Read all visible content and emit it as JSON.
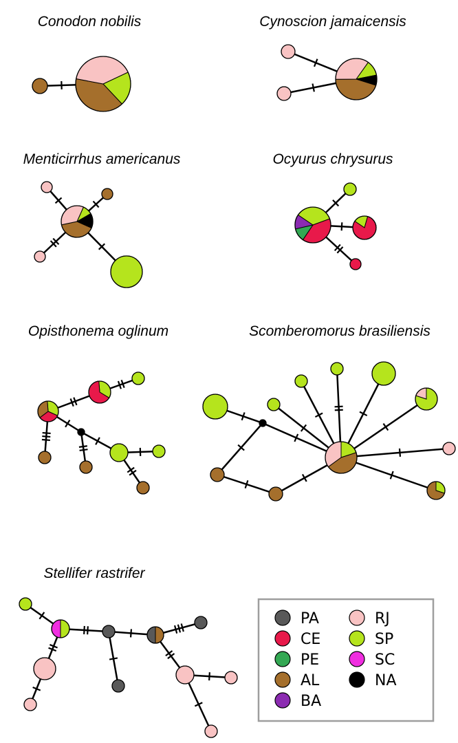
{
  "colors": {
    "PA": "#595959",
    "CE": "#e8194a",
    "PE": "#33a853",
    "AL": "#a56f2c",
    "BA": "#8b2bb1",
    "RJ": "#f9c3c3",
    "SP": "#b5e41d",
    "SC": "#f02ee0",
    "NA": "#000000"
  },
  "legend": {
    "items": [
      {
        "code": "PA",
        "label": "PA"
      },
      {
        "code": "CE",
        "label": "CE"
      },
      {
        "code": "PE",
        "label": "PE"
      },
      {
        "code": "AL",
        "label": "AL"
      },
      {
        "code": "BA",
        "label": "BA"
      },
      {
        "code": "RJ",
        "label": "RJ"
      },
      {
        "code": "SP",
        "label": "SP"
      },
      {
        "code": "SC",
        "label": "SC"
      },
      {
        "code": "NA",
        "label": "NA"
      }
    ]
  },
  "networks": [
    {
      "id": "conodon-nobilis",
      "title": "Conodon nobilis",
      "nodes": [
        {
          "id": "a",
          "r": 40,
          "comp": [
            [
              "SP",
              0.2
            ],
            [
              "AL",
              0.4
            ],
            [
              "RJ",
              0.4
            ]
          ]
        },
        {
          "id": "b",
          "r": 11,
          "comp": [
            [
              "AL",
              1
            ]
          ]
        }
      ],
      "edges": [
        {
          "from": "a",
          "to": "b",
          "mutations": 1
        }
      ]
    },
    {
      "id": "cynoscion-jamaicensis",
      "title": "Cynoscion jamaicensis",
      "nodes": [
        {
          "id": "a",
          "r": 30,
          "comp": [
            [
              "SP",
              0.12
            ],
            [
              "NA",
              0.08
            ],
            [
              "AL",
              0.45
            ],
            [
              "RJ",
              0.35
            ]
          ]
        },
        {
          "id": "b",
          "r": 10,
          "comp": [
            [
              "RJ",
              1
            ]
          ]
        },
        {
          "id": "c",
          "r": 10,
          "comp": [
            [
              "RJ",
              1
            ]
          ]
        }
      ],
      "edges": [
        {
          "from": "a",
          "to": "b",
          "mutations": 1
        },
        {
          "from": "a",
          "to": "c",
          "mutations": 1
        }
      ]
    },
    {
      "id": "menticirrhus-americanus",
      "title": "Menticirrhus americanus",
      "nodes": [
        {
          "id": "a",
          "r": 23,
          "comp": [
            [
              "SP",
              0.1
            ],
            [
              "NA",
              0.15
            ],
            [
              "AL",
              0.4
            ],
            [
              "RJ",
              0.35
            ]
          ]
        },
        {
          "id": "b",
          "r": 8,
          "comp": [
            [
              "RJ",
              1
            ]
          ]
        },
        {
          "id": "c",
          "r": 8,
          "comp": [
            [
              "AL",
              1
            ]
          ]
        },
        {
          "id": "d",
          "r": 8,
          "comp": [
            [
              "RJ",
              1
            ]
          ]
        },
        {
          "id": "e",
          "r": 23,
          "comp": [
            [
              "SP",
              1
            ]
          ]
        }
      ],
      "edges": [
        {
          "from": "a",
          "to": "b",
          "mutations": 1
        },
        {
          "from": "a",
          "to": "c",
          "mutations": 1
        },
        {
          "from": "a",
          "to": "d",
          "mutations": 2
        },
        {
          "from": "a",
          "to": "e",
          "mutations": 1
        }
      ]
    },
    {
      "id": "ocyurus-chrysurus",
      "title": "Ocyurus chrysurus",
      "nodes": [
        {
          "id": "a",
          "r": 26,
          "comp": [
            [
              "SP",
              0.35
            ],
            [
              "CE",
              0.4
            ],
            [
              "PE",
              0.12
            ],
            [
              "BA",
              0.13
            ]
          ]
        },
        {
          "id": "b",
          "r": 9,
          "comp": [
            [
              "SP",
              1
            ]
          ]
        },
        {
          "id": "c",
          "r": 17,
          "comp": [
            [
              "SP",
              0.2
            ],
            [
              "CE",
              0.8
            ]
          ]
        },
        {
          "id": "d",
          "r": 8,
          "comp": [
            [
              "CE",
              1
            ]
          ]
        }
      ],
      "edges": [
        {
          "from": "a",
          "to": "b",
          "mutations": 1
        },
        {
          "from": "a",
          "to": "c",
          "mutations": 1
        },
        {
          "from": "a",
          "to": "d",
          "mutations": 2
        }
      ]
    },
    {
      "id": "opisthonema-oglinum",
      "title": "Opisthonema oglinum",
      "nodes": [
        {
          "id": "a",
          "r": 15,
          "comp": [
            [
              "SP",
              0.33
            ],
            [
              "CE",
              0.33
            ],
            [
              "AL",
              0.34
            ]
          ]
        },
        {
          "id": "b",
          "r": 16,
          "comp": [
            [
              "SP",
              0.35
            ],
            [
              "CE",
              0.65
            ]
          ]
        },
        {
          "id": "c",
          "r": 9,
          "comp": [
            [
              "SP",
              1
            ]
          ]
        },
        {
          "id": "d",
          "r": 9,
          "comp": [
            [
              "AL",
              1
            ]
          ]
        },
        {
          "id": "e",
          "r": 5,
          "comp": [
            [
              "NA",
              1
            ]
          ]
        },
        {
          "id": "f",
          "r": 9,
          "comp": [
            [
              "AL",
              1
            ]
          ]
        },
        {
          "id": "g",
          "r": 13,
          "comp": [
            [
              "SP",
              1
            ]
          ]
        },
        {
          "id": "h",
          "r": 9,
          "comp": [
            [
              "SP",
              1
            ]
          ]
        },
        {
          "id": "i",
          "r": 9,
          "comp": [
            [
              "AL",
              1
            ]
          ]
        }
      ],
      "edges": [
        {
          "from": "a",
          "to": "b",
          "mutations": 2
        },
        {
          "from": "b",
          "to": "c",
          "mutations": 2
        },
        {
          "from": "a",
          "to": "d",
          "mutations": 3
        },
        {
          "from": "a",
          "to": "e",
          "mutations": 1
        },
        {
          "from": "e",
          "to": "f",
          "mutations": 2
        },
        {
          "from": "e",
          "to": "g",
          "mutations": 1
        },
        {
          "from": "g",
          "to": "h",
          "mutations": 1
        },
        {
          "from": "g",
          "to": "i",
          "mutations": 2
        }
      ]
    },
    {
      "id": "scomberomorus-brasiliensis",
      "title": "Scomberomorus brasiliensis",
      "nodes": [
        {
          "id": "a",
          "r": 23,
          "comp": [
            [
              "SP",
              0.2
            ],
            [
              "AL",
              0.45
            ],
            [
              "RJ",
              0.35
            ]
          ]
        },
        {
          "id": "b",
          "r": 5,
          "comp": [
            [
              "NA",
              1
            ]
          ]
        },
        {
          "id": "c",
          "r": 18,
          "comp": [
            [
              "SP",
              1
            ]
          ]
        },
        {
          "id": "d",
          "r": 10,
          "comp": [
            [
              "AL",
              1
            ]
          ]
        },
        {
          "id": "e",
          "r": 10,
          "comp": [
            [
              "AL",
              1
            ]
          ]
        },
        {
          "id": "f",
          "r": 9,
          "comp": [
            [
              "SP",
              1
            ]
          ]
        },
        {
          "id": "g",
          "r": 9,
          "comp": [
            [
              "SP",
              1
            ]
          ]
        },
        {
          "id": "h",
          "r": 9,
          "comp": [
            [
              "SP",
              1
            ]
          ]
        },
        {
          "id": "i",
          "r": 17,
          "comp": [
            [
              "SP",
              1
            ]
          ]
        },
        {
          "id": "j",
          "r": 16,
          "comp": [
            [
              "SP",
              0.8
            ],
            [
              "RJ",
              0.2
            ]
          ]
        },
        {
          "id": "k",
          "r": 9,
          "comp": [
            [
              "RJ",
              1
            ]
          ]
        },
        {
          "id": "l",
          "r": 13,
          "comp": [
            [
              "SP",
              0.3
            ],
            [
              "AL",
              0.7
            ]
          ]
        }
      ],
      "edges": [
        {
          "from": "a",
          "to": "b",
          "mutations": 1
        },
        {
          "from": "b",
          "to": "c",
          "mutations": 1
        },
        {
          "from": "b",
          "to": "d",
          "mutations": 1
        },
        {
          "from": "d",
          "to": "e",
          "mutations": 1
        },
        {
          "from": "e",
          "to": "a",
          "mutations": 1
        },
        {
          "from": "a",
          "to": "f",
          "mutations": 1
        },
        {
          "from": "a",
          "to": "g",
          "mutations": 1
        },
        {
          "from": "a",
          "to": "h",
          "mutations": 2
        },
        {
          "from": "a",
          "to": "i",
          "mutations": 1
        },
        {
          "from": "a",
          "to": "j",
          "mutations": 1
        },
        {
          "from": "a",
          "to": "k",
          "mutations": 1
        },
        {
          "from": "a",
          "to": "l",
          "mutations": 1
        }
      ]
    },
    {
      "id": "stellifer-rastrifer",
      "title": "Stellifer rastrifer",
      "nodes": [
        {
          "id": "a",
          "r": 13,
          "comp": [
            [
              "SP",
              0.5
            ],
            [
              "SC",
              0.5
            ]
          ]
        },
        {
          "id": "b",
          "r": 9,
          "comp": [
            [
              "SP",
              1
            ]
          ]
        },
        {
          "id": "c",
          "r": 16,
          "comp": [
            [
              "RJ",
              1
            ]
          ]
        },
        {
          "id": "d",
          "r": 9,
          "comp": [
            [
              "RJ",
              1
            ]
          ]
        },
        {
          "id": "e",
          "r": 9,
          "comp": [
            [
              "PA",
              1
            ]
          ]
        },
        {
          "id": "f",
          "r": 9,
          "comp": [
            [
              "PA",
              1
            ]
          ]
        },
        {
          "id": "g",
          "r": 12,
          "comp": [
            [
              "AL",
              0.5
            ],
            [
              "PA",
              0.5
            ]
          ]
        },
        {
          "id": "h",
          "r": 9,
          "comp": [
            [
              "PA",
              1
            ]
          ]
        },
        {
          "id": "i",
          "r": 13,
          "comp": [
            [
              "RJ",
              1
            ]
          ]
        },
        {
          "id": "j",
          "r": 9,
          "comp": [
            [
              "RJ",
              1
            ]
          ]
        },
        {
          "id": "k",
          "r": 9,
          "comp": [
            [
              "RJ",
              1
            ]
          ]
        }
      ],
      "edges": [
        {
          "from": "a",
          "to": "b",
          "mutations": 1
        },
        {
          "from": "a",
          "to": "c",
          "mutations": 2
        },
        {
          "from": "c",
          "to": "d",
          "mutations": 1
        },
        {
          "from": "a",
          "to": "e",
          "mutations": 2
        },
        {
          "from": "e",
          "to": "f",
          "mutations": 1
        },
        {
          "from": "e",
          "to": "g",
          "mutations": 1
        },
        {
          "from": "g",
          "to": "h",
          "mutations": 3
        },
        {
          "from": "g",
          "to": "i",
          "mutations": 2
        },
        {
          "from": "i",
          "to": "j",
          "mutations": 1
        },
        {
          "from": "i",
          "to": "k",
          "mutations": 1
        }
      ]
    }
  ]
}
